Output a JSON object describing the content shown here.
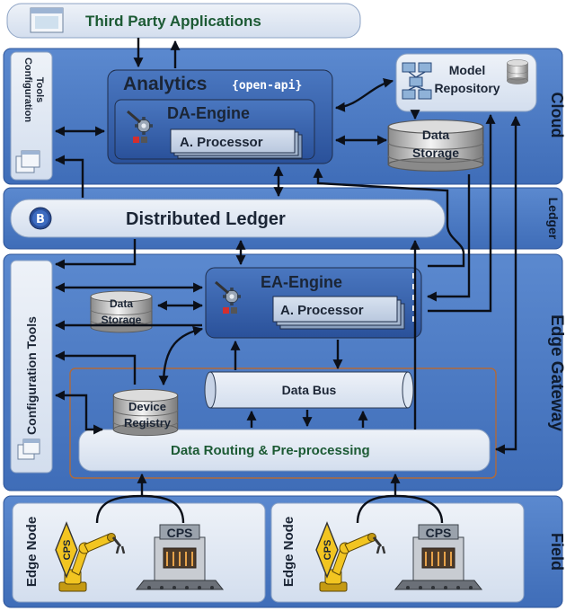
{
  "colors": {
    "layer_band": "#4c7bc4",
    "panel": "#e2e9f4",
    "dark_panel": "#2f5aa4",
    "connector": "#0b0f18",
    "title_green": "#1c5a34",
    "robot_yellow": "#f2c521"
  },
  "icons": [
    "window-icon",
    "bitcoin-icon",
    "gear-icon",
    "database-icon",
    "robot-arm-icon",
    "factory-machine-icon",
    "diamond-sign-icon",
    "network-icon"
  ],
  "third_party": {
    "label": "Third Party Applications"
  },
  "layers": {
    "cloud": "Cloud",
    "ledger": "Ledger",
    "edge_gateway": "Edge Gateway",
    "field": "Field"
  },
  "cloud": {
    "config_tools": [
      "Configuration",
      "Tools"
    ],
    "analytics": {
      "title": "Analytics",
      "api": "{open-api}"
    },
    "da_engine": {
      "title": "DA-Engine",
      "processor": "A. Processor"
    },
    "model_repository": [
      "Model",
      "Repository"
    ],
    "data_storage": [
      "Data",
      "Storage"
    ]
  },
  "ledger": {
    "label": "Distributed Ledger"
  },
  "gateway": {
    "config_tools": "Configuration Tools",
    "ea_engine": {
      "title": "EA-Engine",
      "processor": "A. Processor"
    },
    "data_storage": [
      "Data",
      "Storage"
    ],
    "device_registry": [
      "Device",
      "Registry"
    ],
    "data_bus": "Data Bus",
    "routing": "Data Routing & Pre-processing"
  },
  "field": {
    "nodes": [
      {
        "label": "Edge Node",
        "robot_sign": "CPS",
        "machine_label": "CPS"
      },
      {
        "label": "Edge Node",
        "robot_sign": "CPS",
        "machine_label": "CPS"
      }
    ]
  }
}
